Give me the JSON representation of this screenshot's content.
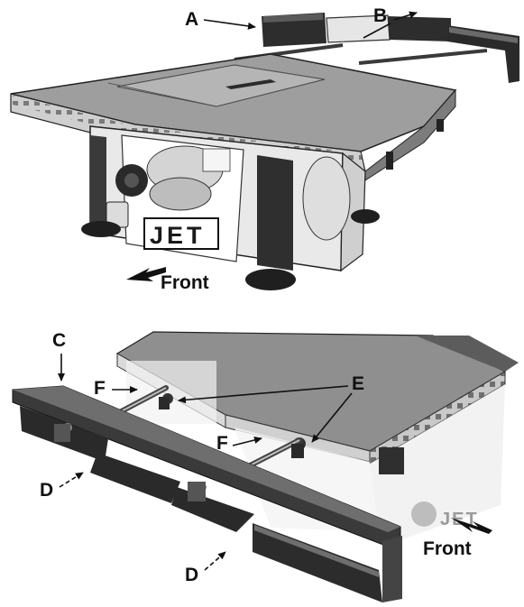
{
  "figure1": {
    "labels": {
      "a": "A",
      "b": "B",
      "front": "Front"
    },
    "brand": "JET"
  },
  "figure2": {
    "labels": {
      "c": "C",
      "d1": "D",
      "d2": "D",
      "e": "E",
      "f1": "F",
      "f2": "F",
      "front": "Front"
    },
    "brand": "JET"
  },
  "colors": {
    "ink": "#111111",
    "metal_light": "#d9d9d9",
    "metal_dark": "#3a3a3a",
    "cast": "#8c8c8c"
  }
}
